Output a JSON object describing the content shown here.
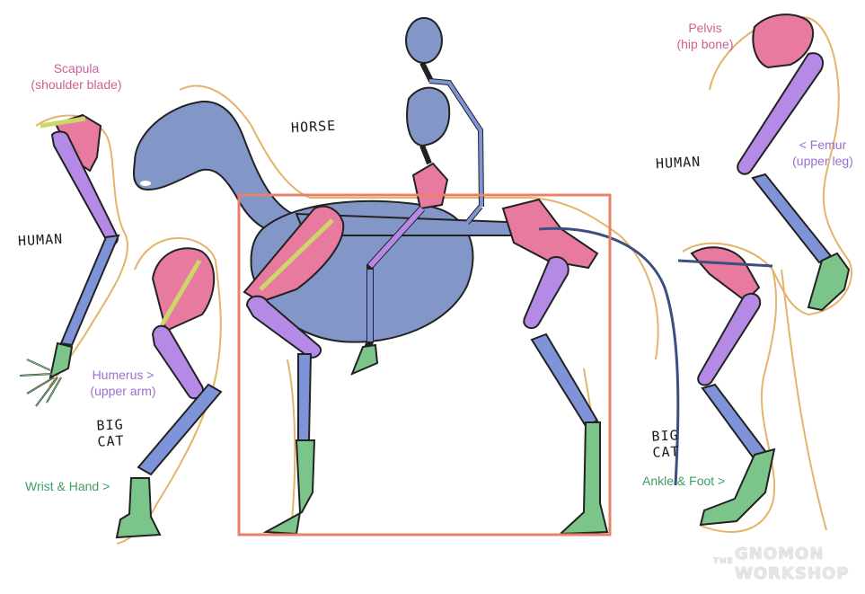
{
  "labels": {
    "scapula": "Scapula",
    "scapula_sub": "(shoulder blade)",
    "pelvis": "Pelvis",
    "pelvis_sub": "(hip bone)",
    "femur": "< Femur",
    "femur_sub": "(upper leg)",
    "humerus": "Humerus >",
    "humerus_sub": "(upper arm)",
    "wrist": "Wrist & Hand >",
    "ankle": "Ankle & Foot >"
  },
  "handwriting": {
    "horse": "HORSE",
    "human_left": "HUMAN",
    "human_right": "HUMAN",
    "bigcat_left_1": "BIG",
    "bigcat_left_2": "CAT",
    "bigcat_right_1": "BIG",
    "bigcat_right_2": "CAT"
  },
  "watermark": {
    "prefix": "THE",
    "line1": "GNOMON",
    "line2": "WORKSHOP"
  },
  "colors": {
    "scapula_pelvis": "#e87aa0",
    "upper_bone": "#b48ae6",
    "lower_bone": "#7f93d8",
    "hand_foot": "#7cc58a",
    "body": "#8296c8",
    "outline": "#e3b46a",
    "highlight_box": "#e8806a"
  }
}
